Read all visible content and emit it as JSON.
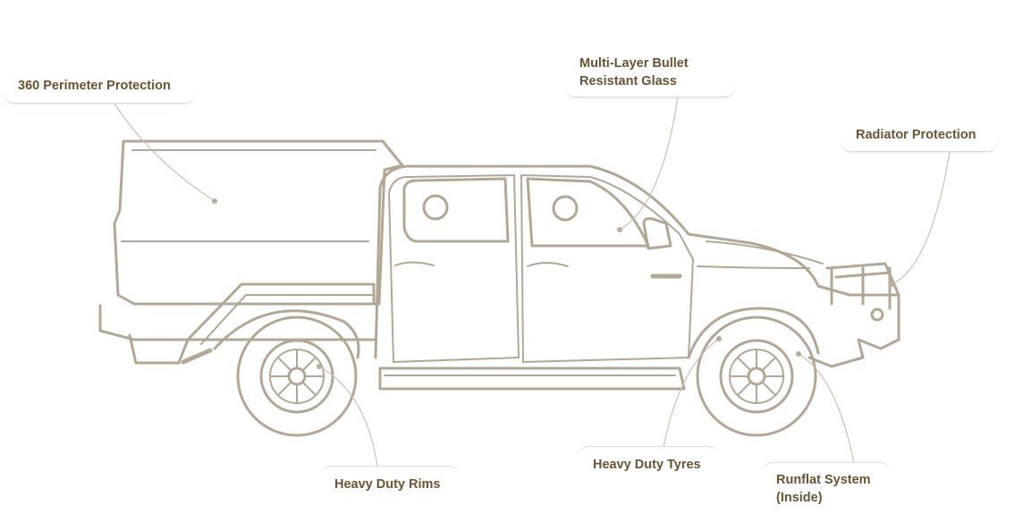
{
  "labels": {
    "perimeter": "360 Perimeter Protection",
    "glass_line1": "Multi-Layer Bullet",
    "glass_line2": "Resistant Glass",
    "radiator": "Radiator Protection",
    "rims": "Heavy Duty Rims",
    "tyres": "Heavy Duty Tyres",
    "runflat_line1": "Runflat System",
    "runflat_line2": "(Inside)"
  },
  "colors": {
    "text": "#6b5330",
    "truck_line": "#b3a793",
    "leader": "#c9c1b4"
  }
}
